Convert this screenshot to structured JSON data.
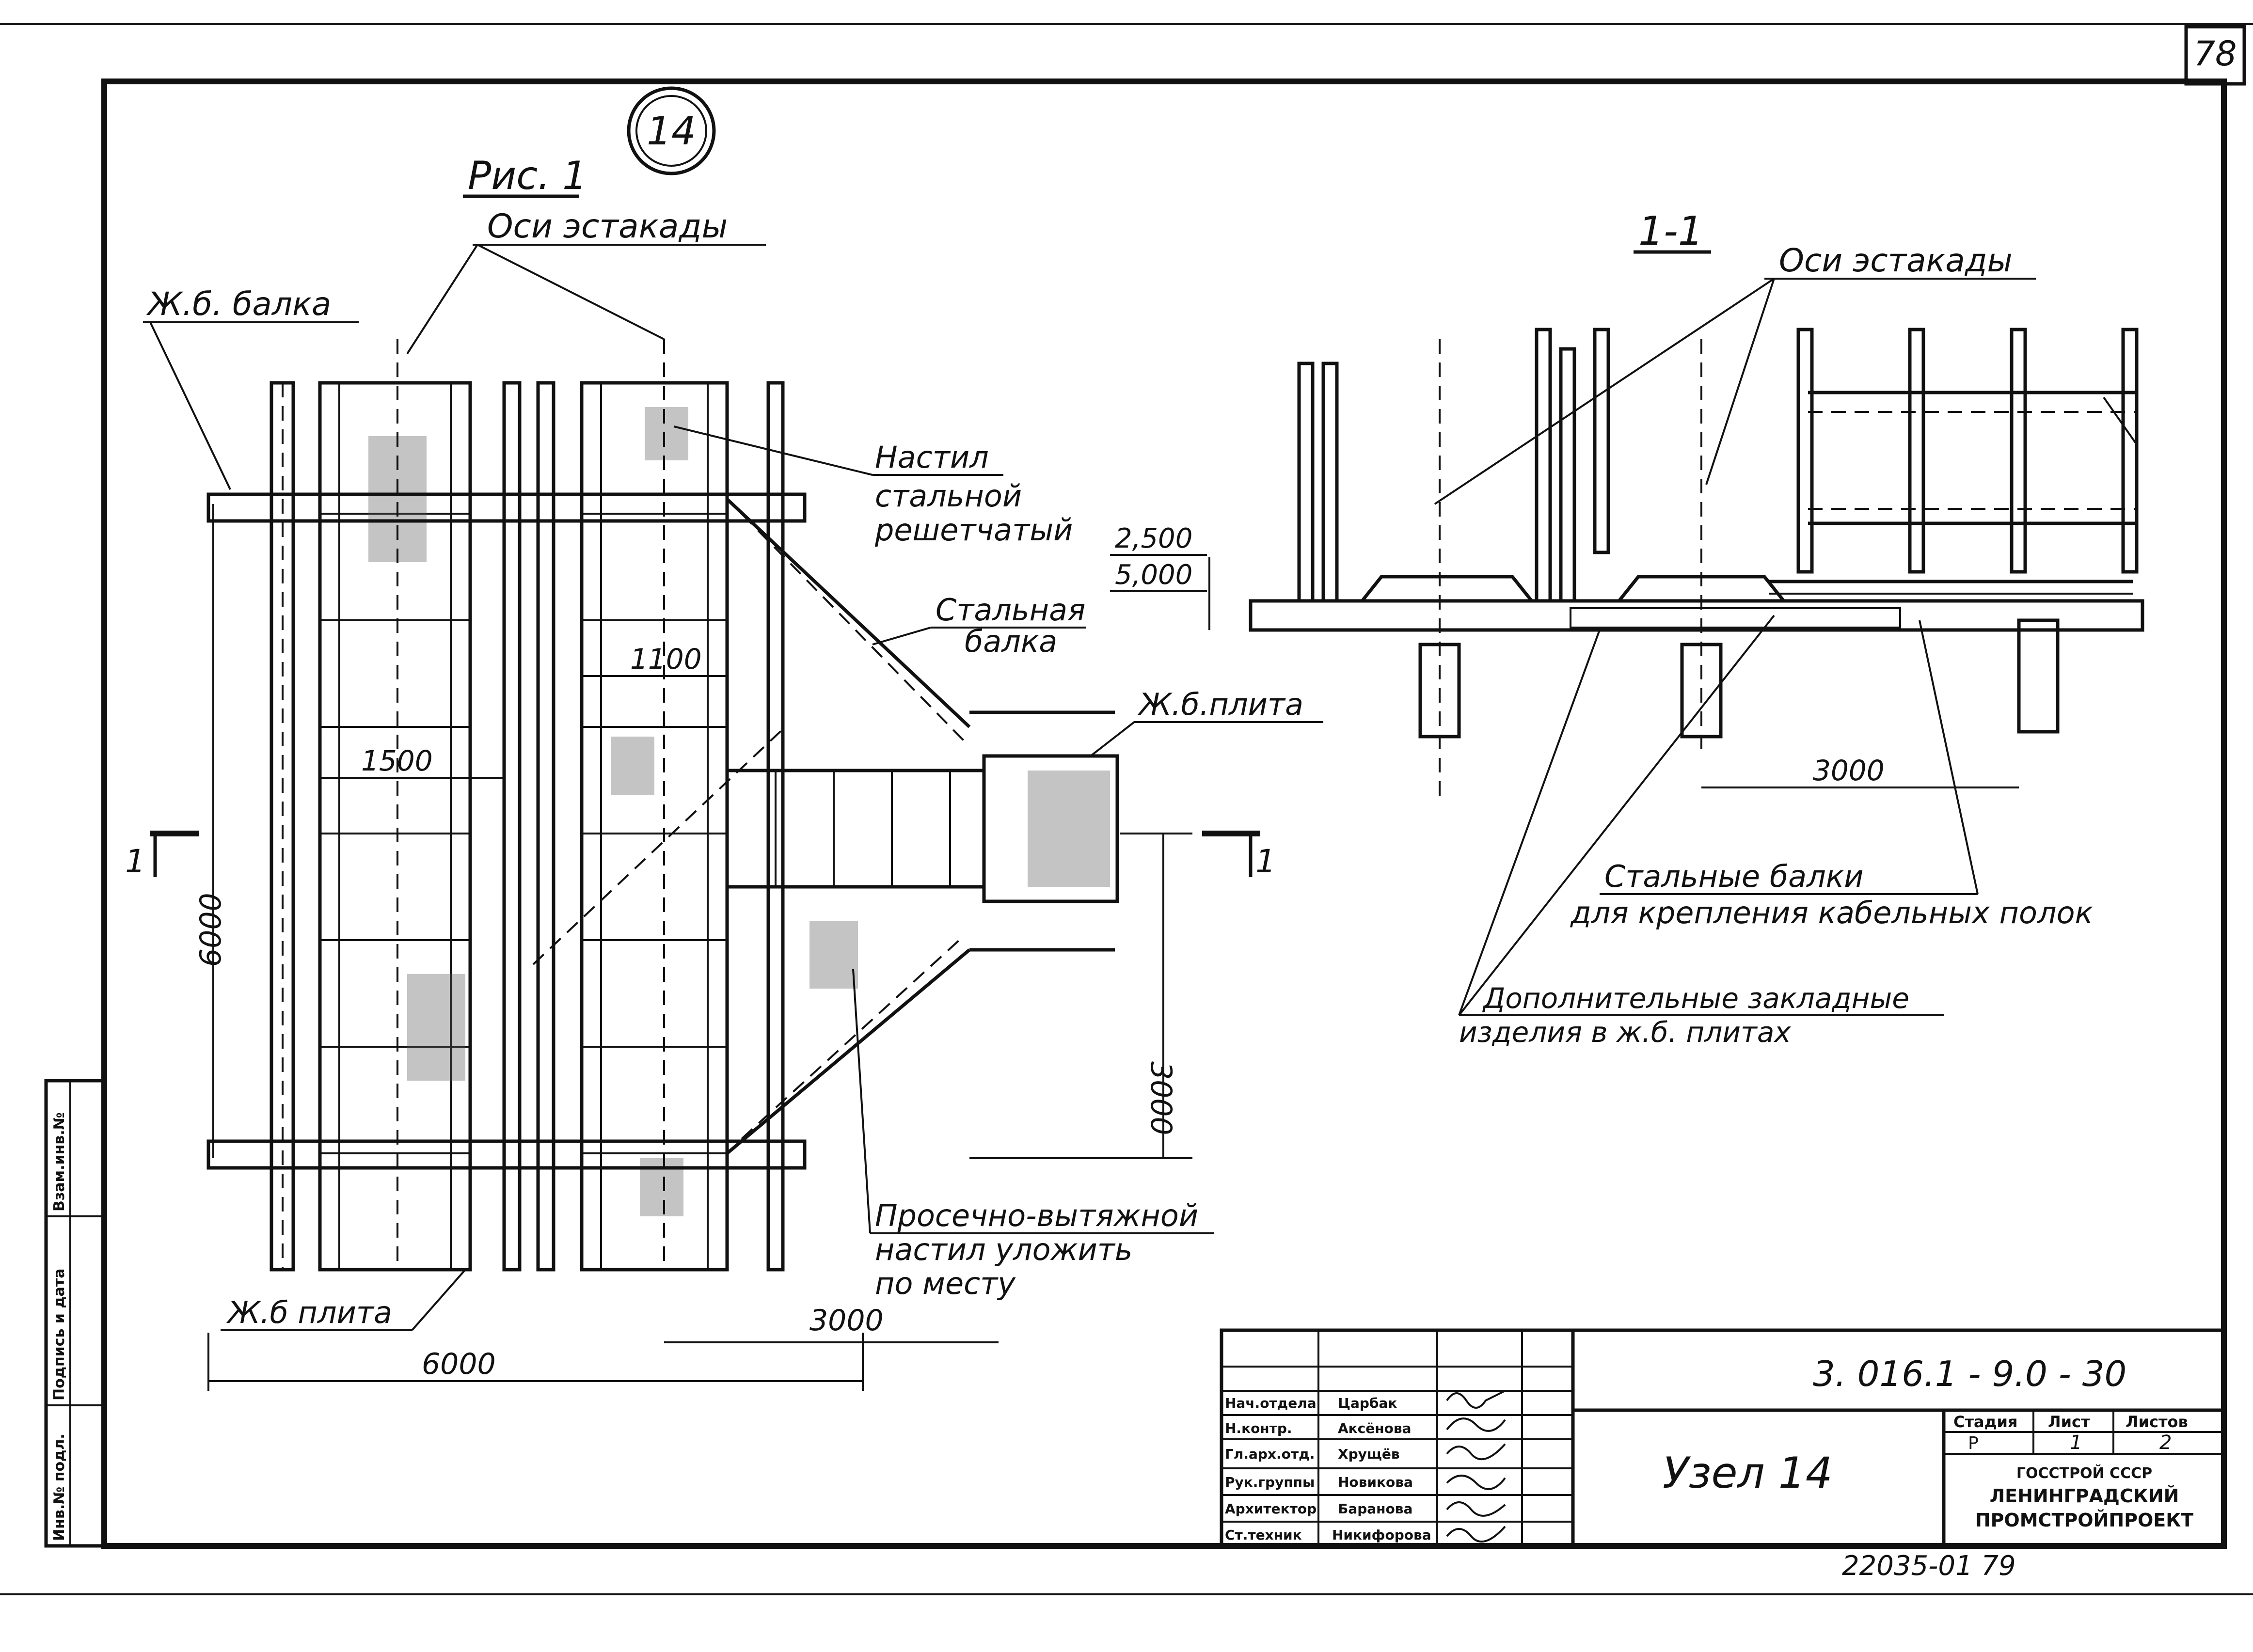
{
  "sheet": {
    "page_number": "78",
    "node_circle": "14",
    "left_view_title": "Рис. 1",
    "right_view_title": "1-1"
  },
  "labels": {
    "axes_left": "Оси эстакады",
    "axes_right": "Оси эстакады",
    "rc_beam": "Ж.б. балка",
    "deck_line1": "Настил",
    "deck_line2": "стальной",
    "deck_line3": "решетчатый",
    "steel_beam_line1": "Стальная",
    "steel_beam_line2": "балка",
    "rc_slab_right": "Ж.б.плита",
    "rc_slab_left": "Ж.б плита",
    "expanded_line1": "Просечно-вытяжной",
    "expanded_line2": "настил уложить",
    "expanded_line3": "по месту",
    "steel_beams_line1": "Стальные балки",
    "steel_beams_line2": "для крепления кабельных полок",
    "embedded_line1": "Дополнительные закладные",
    "embedded_line2": "изделия в ж.б. плитах",
    "section_mark_left": "1",
    "section_mark_right": "1"
  },
  "dimensions": {
    "d1100": "1100",
    "d1500": "1500",
    "d6000_vertical": "6000",
    "d6000_horizontal": "6000",
    "d3000_vertical": "3000",
    "d3000_bottom": "3000",
    "d3000_section": "3000",
    "level_top": "2,500",
    "level_bottom": "5,000"
  },
  "title_block": {
    "designation": "3. 016.1 - 9.0 - 30",
    "title": "Узел 14",
    "stage_header": "Стадия",
    "sheet_header": "Лист",
    "sheets_header": "Листов",
    "stage": "Р",
    "sheet": "1",
    "sheets": "2",
    "org1": "ГОССТРОЙ СССР",
    "org2": "ЛЕНИНГРАДСКИЙ",
    "org3": "ПРОМСТРОЙПРОЕКТ",
    "signers": [
      {
        "role": "Нач.отдела",
        "name": "Царбак"
      },
      {
        "role": "Н.контр.",
        "name": "Аксёнова"
      },
      {
        "role": "Гл.арх.отд.",
        "name": "Хрущёв"
      },
      {
        "role": "Рук.группы",
        "name": "Новикова"
      },
      {
        "role": "Архитектор",
        "name": "Баранова"
      },
      {
        "role": "Ст.техник",
        "name": "Никифорова"
      }
    ],
    "archive_number": "22035-01 79"
  },
  "side_stamp": {
    "field1": "Взам.инв.№",
    "field2": "Подпись и дата",
    "field3": "Инв.№ подл."
  }
}
